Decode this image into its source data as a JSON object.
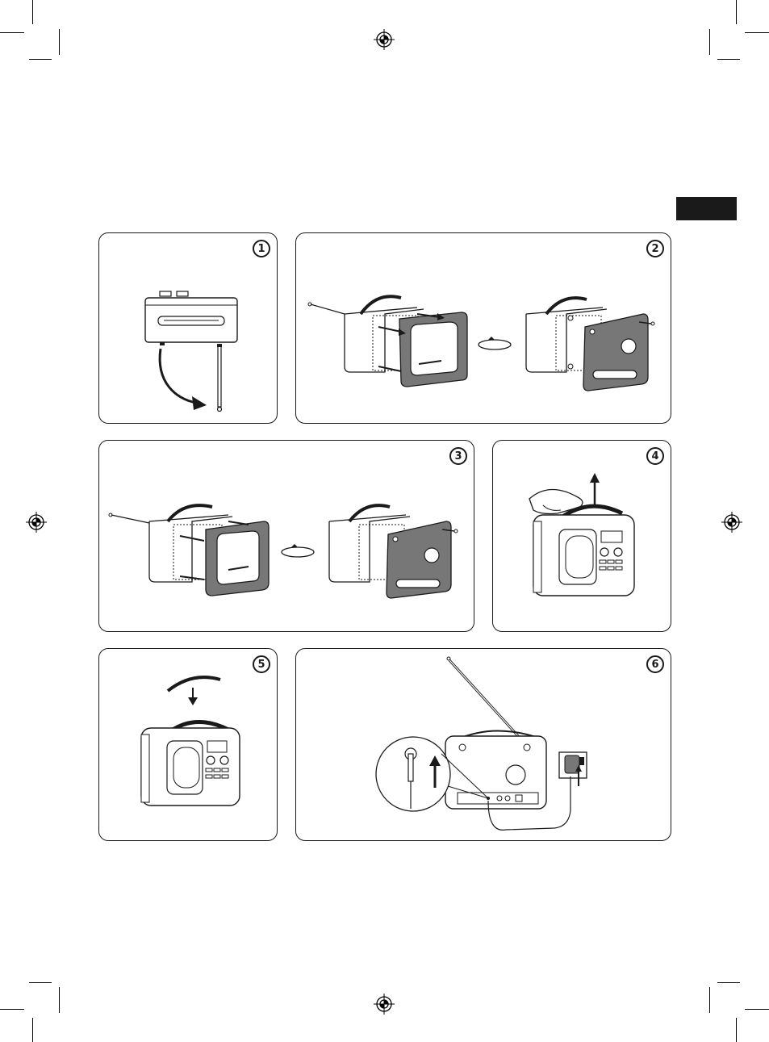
{
  "page": {
    "language_tab_color": "#1a1a1a",
    "registration_mark": "crosshair-circle",
    "colors": {
      "ink": "#1a1a1a",
      "plate": "#777777",
      "paper": "#ffffff"
    }
  },
  "steps": [
    {
      "number": "1",
      "illustration": "extend-antenna"
    },
    {
      "number": "2",
      "illustration": "fit-rear-plate"
    },
    {
      "number": "3",
      "illustration": "fit-front-plate"
    },
    {
      "number": "4",
      "illustration": "lift-handle"
    },
    {
      "number": "5",
      "illustration": "fold-handle"
    },
    {
      "number": "6",
      "illustration": "connect-power-adapter"
    }
  ]
}
